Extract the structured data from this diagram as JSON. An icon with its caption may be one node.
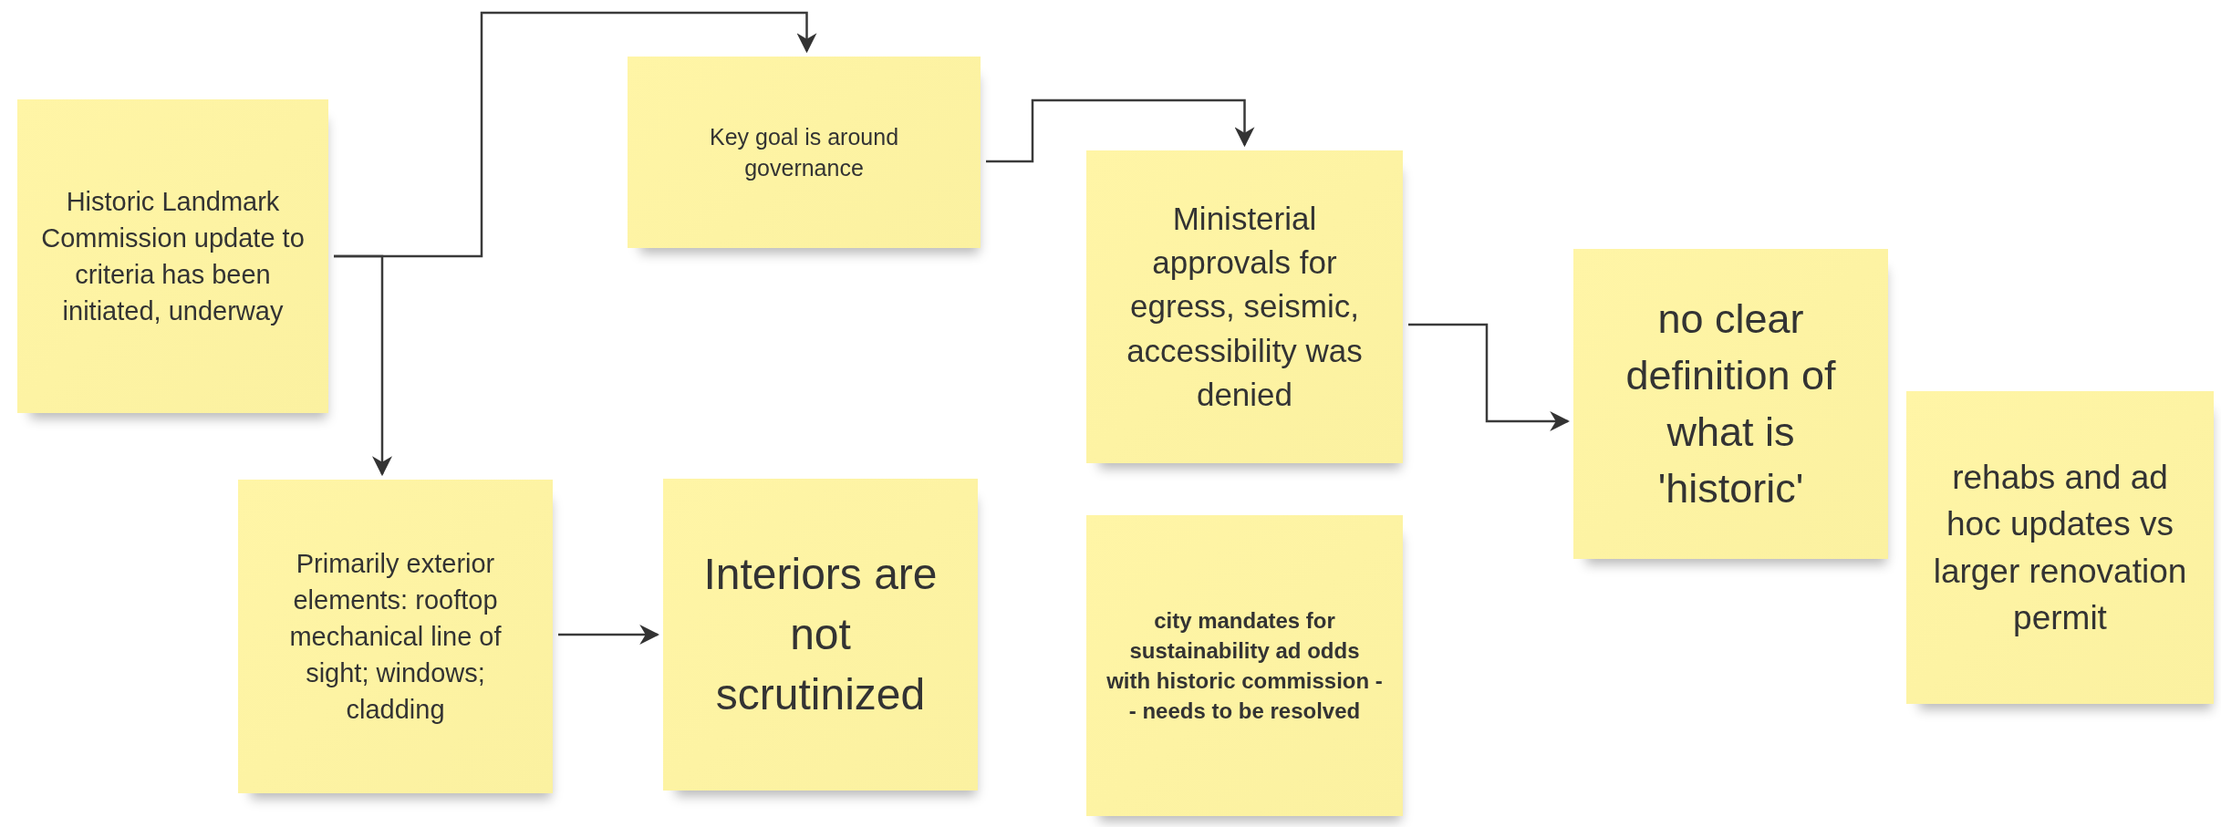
{
  "diagram": {
    "nodes": [
      {
        "text": [
          "Historic Landmark Commission update to criteria has been initiated, underway"
        ]
      },
      {
        "text": [
          "Key goal is around governance"
        ]
      },
      {
        "text": [
          "Primarily exterior elements: rooftop mechanical line of sight; windows; cladding"
        ]
      },
      {
        "text": [
          "Interiors are not scrutinized"
        ]
      },
      {
        "text": [
          "Ministerial approvals for egress, seismic, accessibility was denied"
        ]
      },
      {
        "text": [
          "city mandates for sustainability ad odds with historic commission -- needs to be resolved"
        ]
      },
      {
        "text": [
          "no clear definition of what is 'historic'"
        ]
      },
      {
        "text": [
          "rehabs and ad hoc updates vs larger renovation permit"
        ]
      }
    ],
    "edges": [
      {
        "from": 0,
        "to": 1,
        "arrow": "to"
      },
      {
        "from": 0,
        "to": 2,
        "arrow": "to"
      },
      {
        "from": 2,
        "to": 3,
        "arrow": "to"
      },
      {
        "from": 1,
        "to": 4,
        "arrow": "to"
      },
      {
        "from": 4,
        "to": 6,
        "arrow": "to"
      }
    ]
  }
}
